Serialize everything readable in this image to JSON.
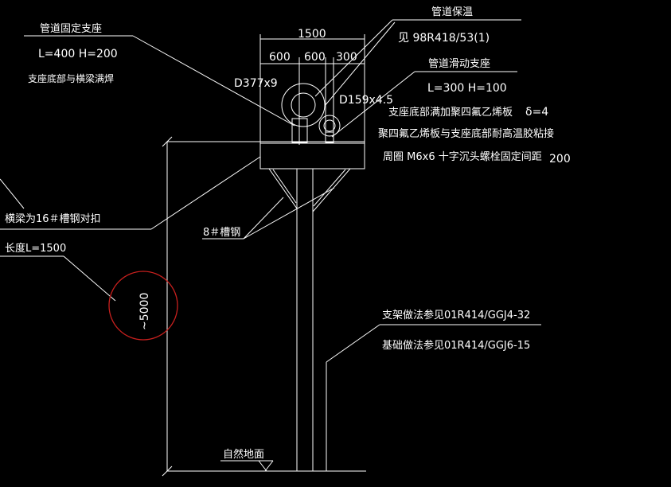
{
  "drawing": {
    "dim_top": "1500",
    "dim_600_a": "600",
    "dim_600_b": "600",
    "dim_300": "300",
    "pipe_large": "D377x9",
    "pipe_small": "D159x4.5",
    "height_dim": "~5000",
    "length_200": "200"
  },
  "notes": {
    "fixed_support_title": "管道固定支座",
    "fixed_support_dims": "L=400  H=200",
    "fixed_support_weld": "支座底部与横梁满焊",
    "insulation_title": "管道保温",
    "insulation_ref": "见 98R418/53(1)",
    "sliding_support_title": "管道滑动支座",
    "sliding_support_dims": "L=300  H=100",
    "ptfe_plate": "支座底部满加聚四氟乙烯板",
    "delta": "δ=4",
    "ptfe_glue": "聚四氟乙烯板与支座底部耐高温胶粘接",
    "bolts": "周圈  M6x6  十字沉头螺栓固定间距",
    "channel_steel": "8＃槽钢",
    "crossbeam": "横梁为16＃槽钢对扣",
    "length": "长度L=1500",
    "bracket_ref": "支架做法参见01R414/GGJ4-32",
    "foundation_ref": "基础做法参见01R414/GGJ6-15",
    "ground": "自然地面"
  },
  "colors": {
    "background": "#000000",
    "lines": "#ffffff",
    "highlight_circle": "#c8201e"
  }
}
